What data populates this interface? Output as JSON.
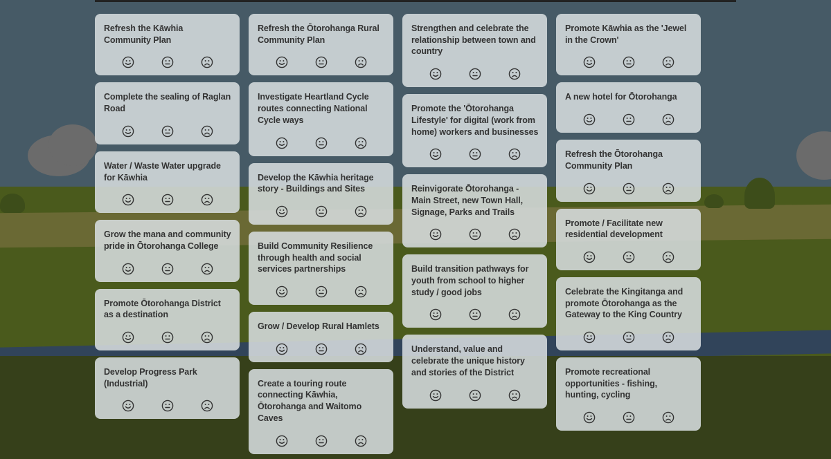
{
  "page": {
    "colors": {
      "sky": "#465a66",
      "cloud": "#6b6b6b",
      "field": "#4a5a1c",
      "field_band": "#6a6934",
      "field_dark": "#36401a",
      "river": "#31445a",
      "card_bg": "#d6dcde",
      "text": "#333333"
    }
  },
  "rating_icons": {
    "positive": "smiley-happy-icon",
    "neutral": "smiley-neutral-icon",
    "negative": "smiley-sad-icon"
  },
  "columns": [
    {
      "cards": [
        {
          "title": "Refresh the Kāwhia Community Plan"
        },
        {
          "title": "Complete the sealing of Raglan Road"
        },
        {
          "title": "Water / Waste Water upgrade for Kāwhia"
        },
        {
          "title": "Grow the mana and community pride in Ōtorohanga College"
        },
        {
          "title": "Promote Ōtorohanga District as a destination"
        },
        {
          "title": "Develop Progress Park (Industrial)"
        }
      ]
    },
    {
      "cards": [
        {
          "title": "Refresh the Ōtorohanga Rural Community Plan"
        },
        {
          "title": "Investigate Heartland Cycle routes connecting National Cycle ways"
        },
        {
          "title": "Develop the Kāwhia heritage story - Buildings and Sites"
        },
        {
          "title": "Build Community Resilience through health and social services partnerships"
        },
        {
          "title": "Grow / Develop Rural Hamlets"
        },
        {
          "title": "Create a touring route connecting Kāwhia, Ōtorohanga and Waitomo Caves"
        }
      ]
    },
    {
      "cards": [
        {
          "title": "Strengthen and celebrate the relationship between town and country"
        },
        {
          "title": "Promote the 'Ōtorohanga Lifestyle' for digital (work from home) workers and businesses"
        },
        {
          "title": "Reinvigorate Ōtorohanga - Main Street, new Town Hall, Signage, Parks and Trails"
        },
        {
          "title": "Build transition pathways for youth from school to higher study / good jobs"
        },
        {
          "title": "Understand, value and celebrate the unique history and stories of the District"
        }
      ]
    },
    {
      "cards": [
        {
          "title": "Promote Kāwhia as the 'Jewel in the Crown'"
        },
        {
          "title": "A new hotel for Ōtorohanga"
        },
        {
          "title": "Refresh the Ōtorohanga Community Plan"
        },
        {
          "title": "Promote / Facilitate new residential development"
        },
        {
          "title": "Celebrate the Kingitanga and promote Ōtorohanga as the Gateway to the King Country"
        },
        {
          "title": "Promote recreational opportunities - fishing, hunting, cycling"
        }
      ]
    }
  ]
}
